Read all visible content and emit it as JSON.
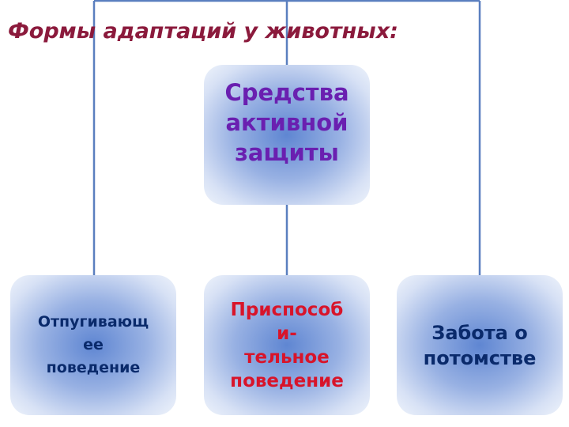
{
  "title": "Формы адаптаций у животных:",
  "nodes": {
    "top": "Средства\nактивной\nзащиты",
    "left": "Отпугивающ\nее\nповедение",
    "middle": "Приспособ\nи-\nтельное\nповедение",
    "right": "Забота о\nпотомстве"
  },
  "colors": {
    "title": "#8b1a3c",
    "top_text": "#6a1fb0",
    "left_text": "#0a2a6b",
    "middle_text": "#d8142a",
    "right_text": "#0a2a6b",
    "connector": "#5a7fbf",
    "node_fill_center": "#5f86d2",
    "node_fill_edge": "#eef3fb"
  }
}
